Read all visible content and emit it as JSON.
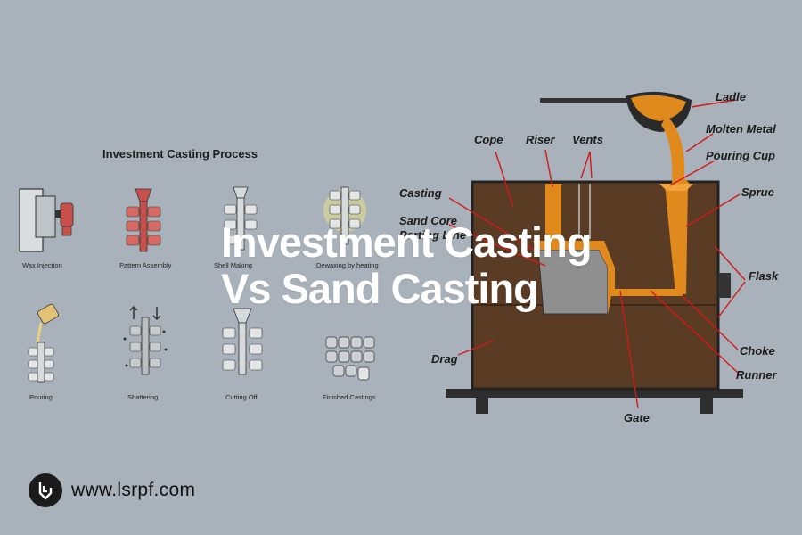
{
  "title": {
    "line1": "Investment Casting",
    "line2": "Vs Sand Casting"
  },
  "brand": {
    "url": "www.lsrpf.com",
    "logo_icon": "lsrpf-logo-icon"
  },
  "investment_process": {
    "title": "Investment Casting Process",
    "steps": [
      "Wax Injection",
      "Pattern Assembly",
      "Shell Making",
      "Dewaxing by heating",
      "Pouring",
      "Shattering",
      "Cutting Off",
      "Finished Castings"
    ]
  },
  "sand_mold": {
    "labels": {
      "ladle": "Ladle",
      "molten_metal": "Molten Metal",
      "pouring_cup": "Pouring Cup",
      "sprue": "Sprue",
      "flask": "Flask",
      "choke": "Choke",
      "runner": "Runner",
      "gate": "Gate",
      "drag": "Drag",
      "cope": "Cope",
      "riser": "Riser",
      "vents": "Vents",
      "casting": "Casting",
      "sand_core": "Sand Core",
      "parting_line": "Parting Line"
    }
  },
  "colors": {
    "background": "#a9b2ba",
    "sand": "#5a3b24",
    "molten_metal": "#e08a1e",
    "arrow": "#d11a1a",
    "pattern_red": "#c8504a",
    "title_text": "#ffffff"
  }
}
